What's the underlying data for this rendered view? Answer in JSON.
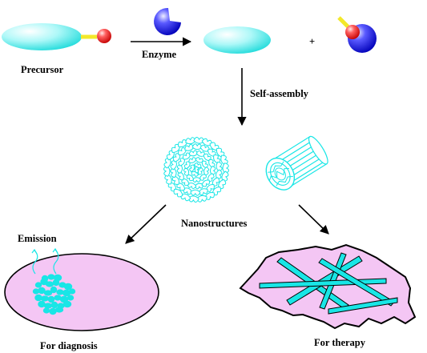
{
  "labels": {
    "precursor": "Precursor",
    "enzyme": "Enzyme",
    "plus": "+",
    "self_assembly": "Self-assembly",
    "nanostructures": "Nanostructures",
    "emission": "Emission",
    "for_diagnosis": "For diagnosis",
    "for_therapy": "For therapy"
  },
  "colors": {
    "cyan": "#19e6e6",
    "pink": "#f4c6f4",
    "yellow": "#f3e82a",
    "red_ball": "#e11e1e",
    "blue_ball": "#1a1ad8"
  }
}
